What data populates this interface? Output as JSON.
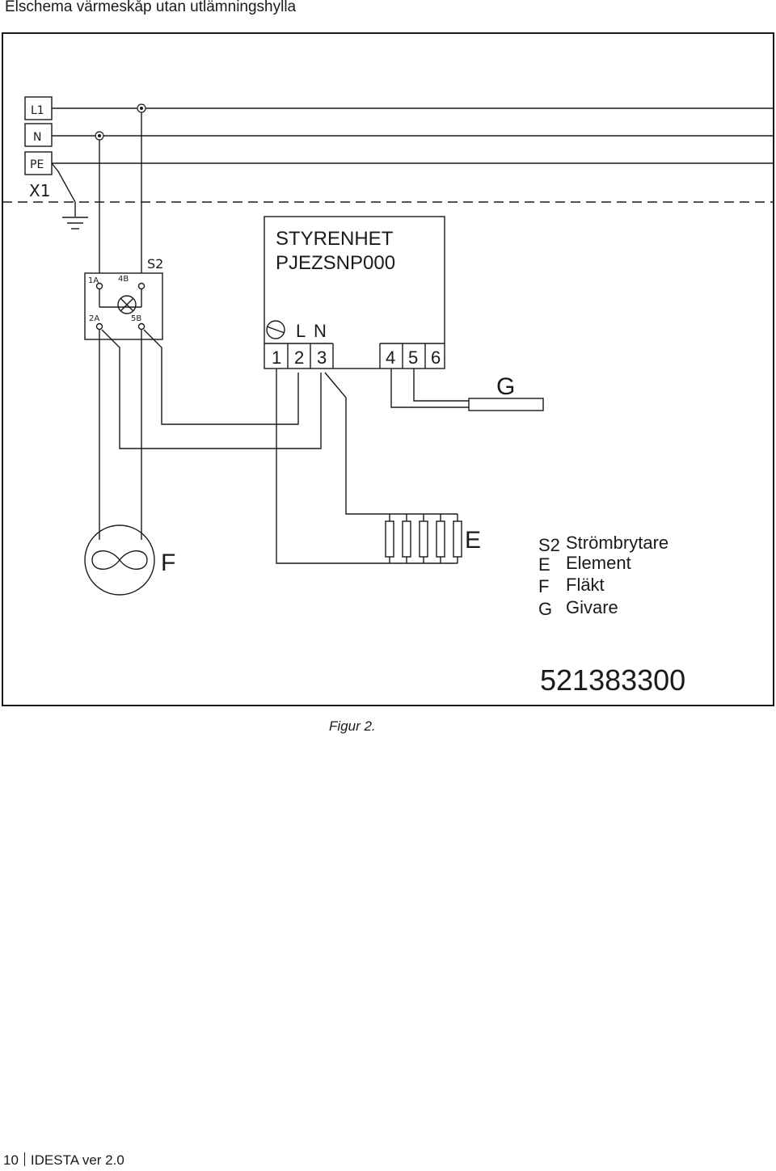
{
  "page_title": "Elschema värmeskåp utan utlämningshylla",
  "terminal_block": {
    "label": "X1",
    "terminals": [
      "L1",
      "N",
      "PE"
    ]
  },
  "switch": {
    "label": "S2",
    "terminals": [
      "1A",
      "4B",
      "2A",
      "5B"
    ]
  },
  "control_unit": {
    "title": "STYRENHET",
    "model": "PJEZSNP000",
    "supply_labels": [
      "L",
      "N"
    ],
    "terminals_left": [
      "1",
      "2",
      "3"
    ],
    "terminals_right": [
      "4",
      "5",
      "6"
    ]
  },
  "sensor_label": "G",
  "fan_label": "F",
  "element_label": "E",
  "legend": [
    {
      "key": "S2",
      "text": "Strömbrytare"
    },
    {
      "key": "E",
      "text": "Element"
    },
    {
      "key": "F",
      "text": "Fläkt"
    },
    {
      "key": "G",
      "text": "Givare"
    }
  ],
  "part_number": "521383300",
  "caption": "Figur 2.",
  "footer": {
    "page_number": "10",
    "doc_version": "IDESTA ver 2.0"
  }
}
